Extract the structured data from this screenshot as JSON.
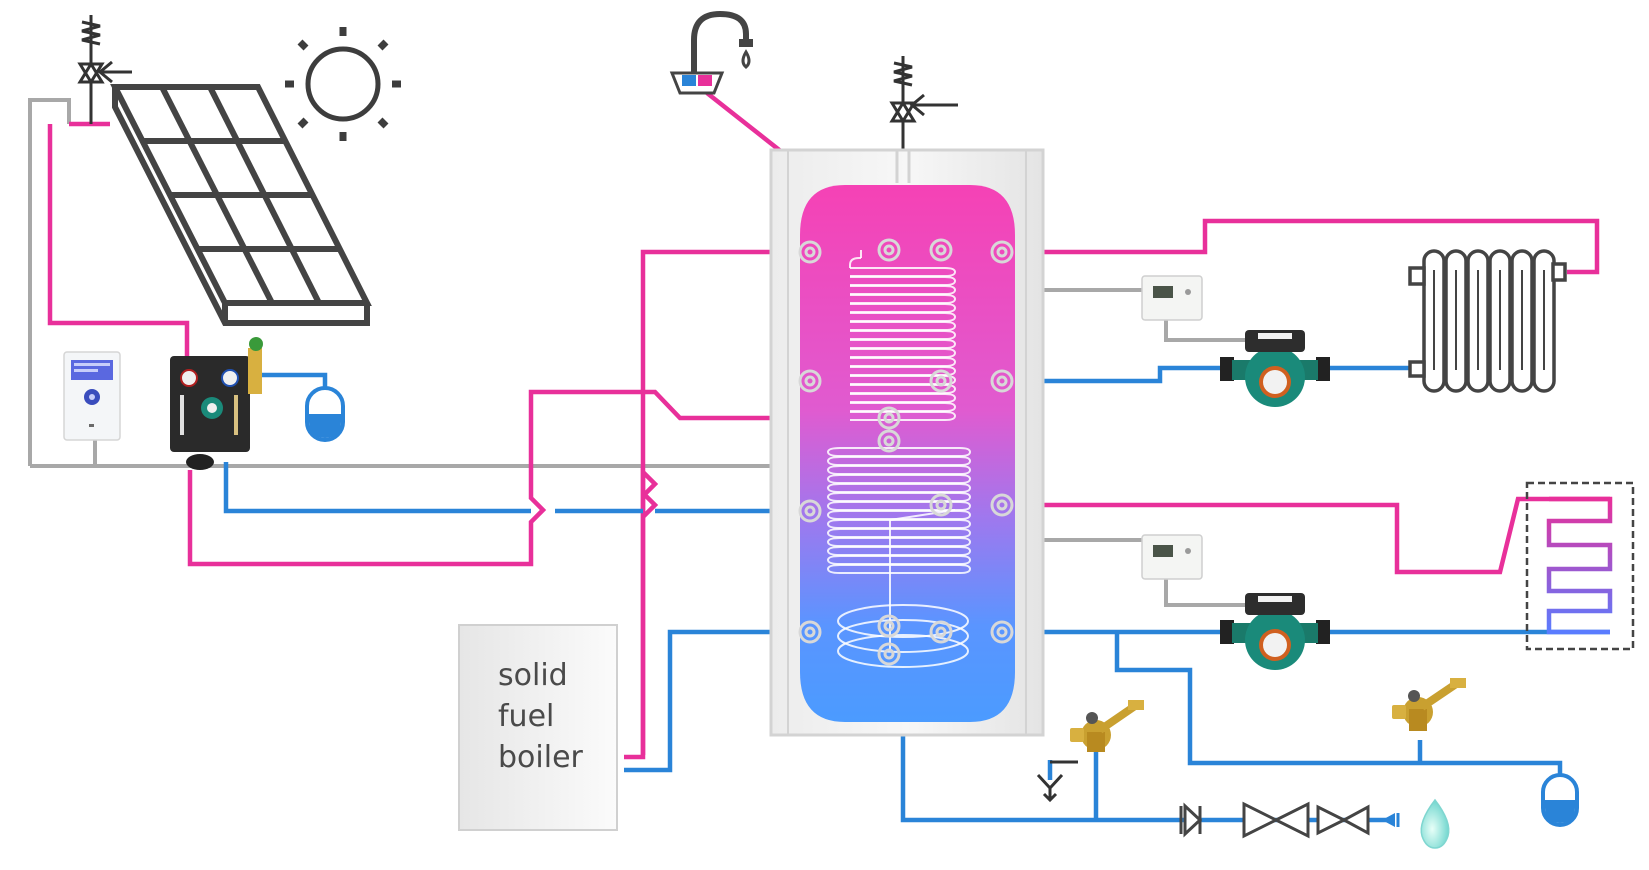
{
  "boiler": {
    "label_lines": [
      "solid",
      "fuel",
      "boiler"
    ]
  },
  "colors": {
    "hot_pipe": "#e8309a",
    "cold_pipe": "#2a84d8",
    "signal_wire": "#a8a8a8",
    "outline": "#4a4a4a",
    "pump_green": "#1a8a7a",
    "pump_body": "#2d2d2d",
    "tank_hot": "#f542b5",
    "tank_cold": "#4b9bff"
  },
  "icons": [
    "sun-icon",
    "solar-collector-icon",
    "safety-valve-icon",
    "faucet-icon",
    "solar-controller-icon",
    "solar-pump-station-icon",
    "expansion-vessel-icon",
    "thermostat-icon",
    "circulation-pump-icon",
    "radiator-icon",
    "floor-heating-icon",
    "mixing-valve-icon",
    "check-valve-icon",
    "shutoff-valve-icon",
    "water-drop-icon",
    "drain-icon"
  ]
}
